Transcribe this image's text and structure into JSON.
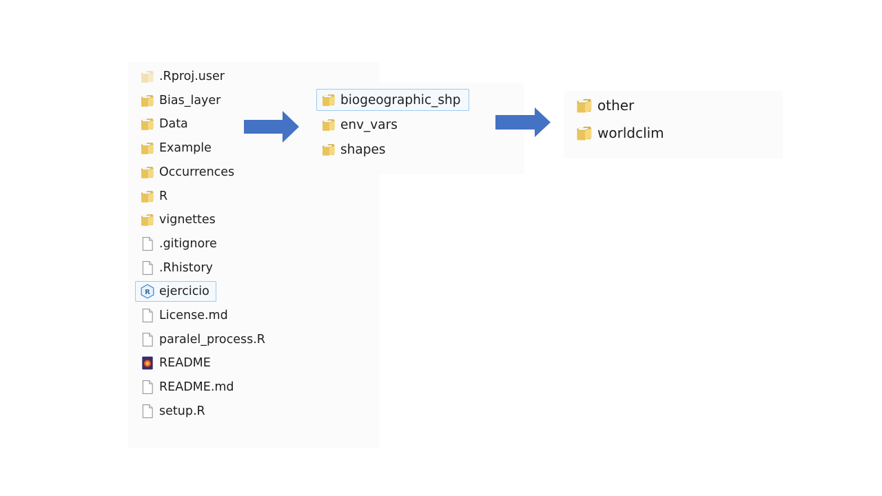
{
  "root_folder": {
    "items": [
      {
        "name": ".Rproj.user",
        "icon": "folder-faded-icon"
      },
      {
        "name": "Bias_layer",
        "icon": "folder-icon"
      },
      {
        "name": "Data",
        "icon": "folder-icon"
      },
      {
        "name": "Example",
        "icon": "folder-icon"
      },
      {
        "name": "Occurrences",
        "icon": "folder-icon"
      },
      {
        "name": "R",
        "icon": "folder-icon"
      },
      {
        "name": "vignettes",
        "icon": "folder-icon"
      },
      {
        "name": ".gitignore",
        "icon": "file-icon"
      },
      {
        "name": ".Rhistory",
        "icon": "file-icon"
      },
      {
        "name": "ejercicio",
        "icon": "rproj-icon",
        "selected": true
      },
      {
        "name": "License.md",
        "icon": "file-icon"
      },
      {
        "name": "paralel_process.R",
        "icon": "file-icon"
      },
      {
        "name": "README",
        "icon": "html-icon"
      },
      {
        "name": "README.md",
        "icon": "file-icon"
      },
      {
        "name": "setup.R",
        "icon": "file-icon"
      }
    ]
  },
  "data_folder": {
    "items": [
      {
        "name": "biogeographic_shp",
        "icon": "folder-icon",
        "selected": true
      },
      {
        "name": "env_vars",
        "icon": "folder-icon"
      },
      {
        "name": "shapes",
        "icon": "folder-icon"
      }
    ]
  },
  "env_vars_folder": {
    "items": [
      {
        "name": "other",
        "icon": "folder-icon"
      },
      {
        "name": "worldclim",
        "icon": "folder-icon"
      }
    ]
  },
  "colors": {
    "arrow": "#4472c4",
    "folder": "#e9c45a",
    "selection_border": "#9fc9ef"
  }
}
